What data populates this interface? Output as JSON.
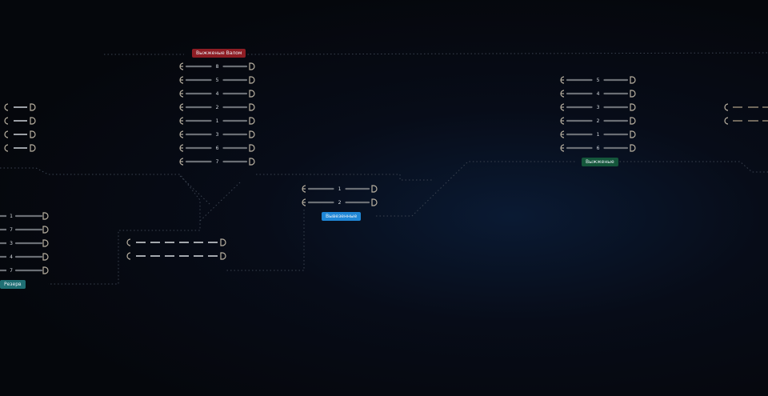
{
  "groups": {
    "top_left_red": {
      "label": "Выжженые Валом",
      "rows": [
        "8",
        "5",
        "4",
        "2",
        "1",
        "3",
        "6",
        "7"
      ]
    },
    "top_right_green": {
      "label": "Выжженые",
      "rows": [
        "5",
        "4",
        "3",
        "2",
        "1",
        "6"
      ]
    },
    "center_blue": {
      "label": "Вывезенные",
      "rows": [
        "1",
        "2"
      ]
    },
    "left_teal": {
      "label": "Резерв",
      "rows": [
        "1",
        "7",
        "3",
        "4",
        "7"
      ]
    }
  },
  "colors": {
    "background": "#05070c",
    "track": "#6b6f75",
    "connector": "#b8b0a0",
    "dotted": "#3b4350",
    "red": "#8e1d24",
    "blue": "#1f87d6",
    "green": "#14563b",
    "teal": "#1f6f73"
  }
}
